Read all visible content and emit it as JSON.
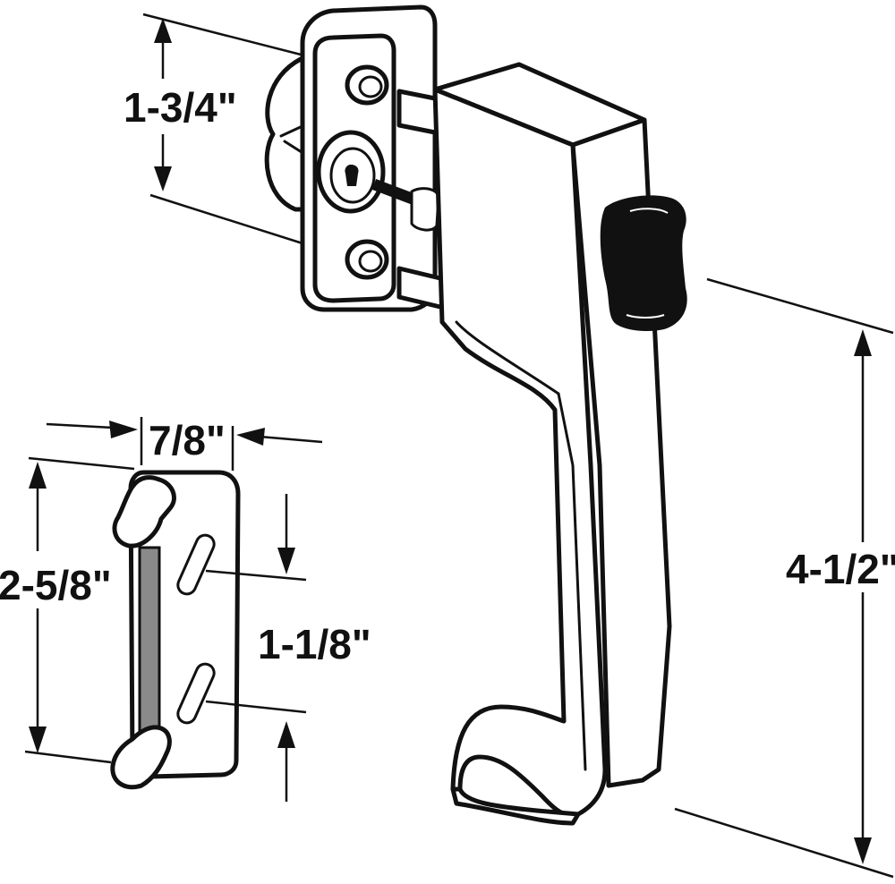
{
  "dimensions": {
    "plate_height": "1-3/4\"",
    "handle_height": "4-1/2\"",
    "keeper_width": "7/8\"",
    "keeper_height": "2-5/8\"",
    "slot_spacing": "1-1/8\""
  },
  "colors": {
    "line": "#111111",
    "background": "#ffffff",
    "button": "#111111",
    "keeper_strip": "#8a8a8a"
  }
}
